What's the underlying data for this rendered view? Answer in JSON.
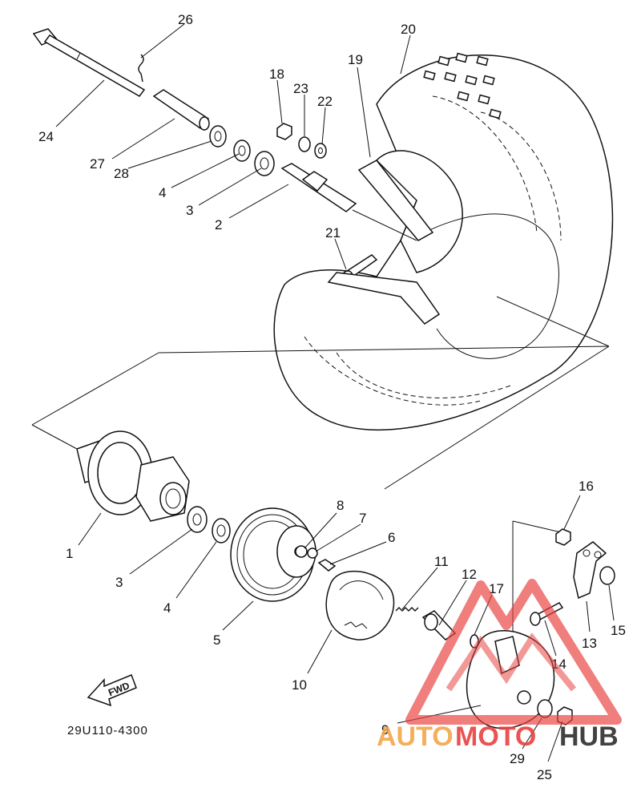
{
  "callouts": {
    "n1": "1",
    "n2": "2",
    "n3a": "3",
    "n3b": "3",
    "n4a": "4",
    "n4b": "4",
    "n5": "5",
    "n6": "6",
    "n7": "7",
    "n8": "8",
    "n9": "9",
    "n10": "10",
    "n11": "11",
    "n12": "12",
    "n13": "13",
    "n14": "14",
    "n15": "15",
    "n16": "16",
    "n17": "17",
    "n18": "18",
    "n19": "19",
    "n20": "20",
    "n21": "21",
    "n22": "22",
    "n23": "23",
    "n24": "24",
    "n25": "25",
    "n26": "26",
    "n27": "27",
    "n28": "28",
    "n29": "29"
  },
  "direction_label": "FWD",
  "part_code": "29U110-4300",
  "watermark": {
    "text_auto": "AUTO",
    "text_moto": "MOTO",
    "text_hub": "HUB",
    "colors": {
      "auto": "#f2a74a",
      "moto": "#e8413f",
      "hub": "#2e2e2e",
      "mountain": "#e8413f"
    }
  }
}
